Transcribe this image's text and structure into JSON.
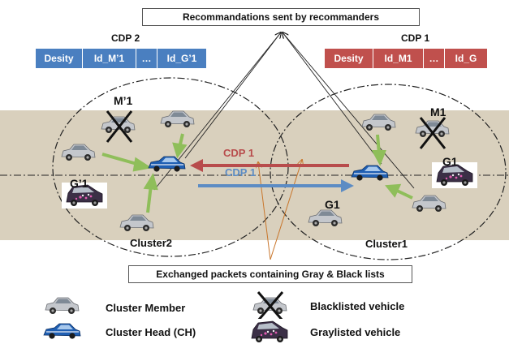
{
  "top_callout": "Recommandations sent by recommanders",
  "bottom_callout": "Exchanged packets containing Gray & Black lists",
  "cdp2": {
    "title": "CDP 2",
    "color": "#4a7fc0",
    "fields": [
      "Desity",
      "Id_M’1",
      "…",
      "Id_G’1"
    ]
  },
  "cdp1": {
    "title": "CDP 1",
    "color": "#c0504d",
    "fields": [
      "Desity",
      "Id_M1",
      "…",
      "Id_G"
    ]
  },
  "labels": {
    "m1_left": "M’1",
    "g1_left": "G’1",
    "m1_right": "M1",
    "g1_right_top": "G1",
    "g1_right_bottom": "G1",
    "cluster2": "Cluster2",
    "cluster1": "Cluster1",
    "arrow_top": "CDP 1",
    "arrow_bottom": "CDP 1"
  },
  "legend": {
    "member": "Cluster Member",
    "head": "Cluster Head (CH)",
    "blacklisted": "Blacklisted vehicle",
    "graylisted": "Graylisted vehicle"
  },
  "colors": {
    "road": "#d9d0bd",
    "arrow_red": "#b84c4c",
    "arrow_blue": "#5c8cc4",
    "arrow_green": "#8fbe5a",
    "orange_line": "#c8752a"
  }
}
